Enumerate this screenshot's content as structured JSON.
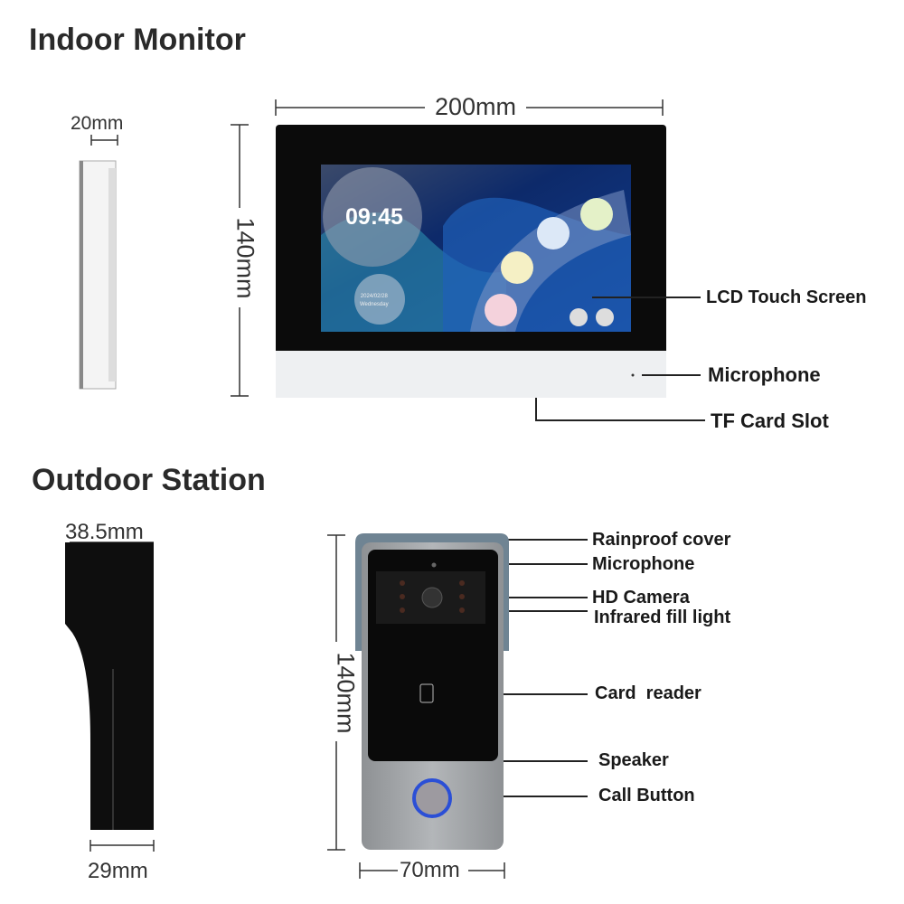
{
  "indoor": {
    "title": "Indoor Monitor",
    "width_dim": "200mm",
    "height_dim": "140mm",
    "depth_dim": "20mm",
    "screen": {
      "time": "09:45",
      "date": "2024/02/28",
      "weekday": "Wednesday"
    },
    "callouts": [
      "LCD Touch Screen",
      "Microphone",
      "TF Card Slot"
    ]
  },
  "outdoor": {
    "title": "Outdoor Station",
    "depth_top_dim": "38.5mm",
    "depth_bottom_dim": "29mm",
    "height_dim": "140mm",
    "width_dim": "70mm",
    "callouts": [
      "Rainproof cover",
      "Microphone",
      "HD Camera",
      "Infrared fill light",
      "Card  reader",
      "Speaker",
      "Call Button"
    ]
  },
  "colors": {
    "call_button_ring": "#2b4fd6",
    "rain_cover": "#6f8493",
    "body": "#a9acaf"
  }
}
